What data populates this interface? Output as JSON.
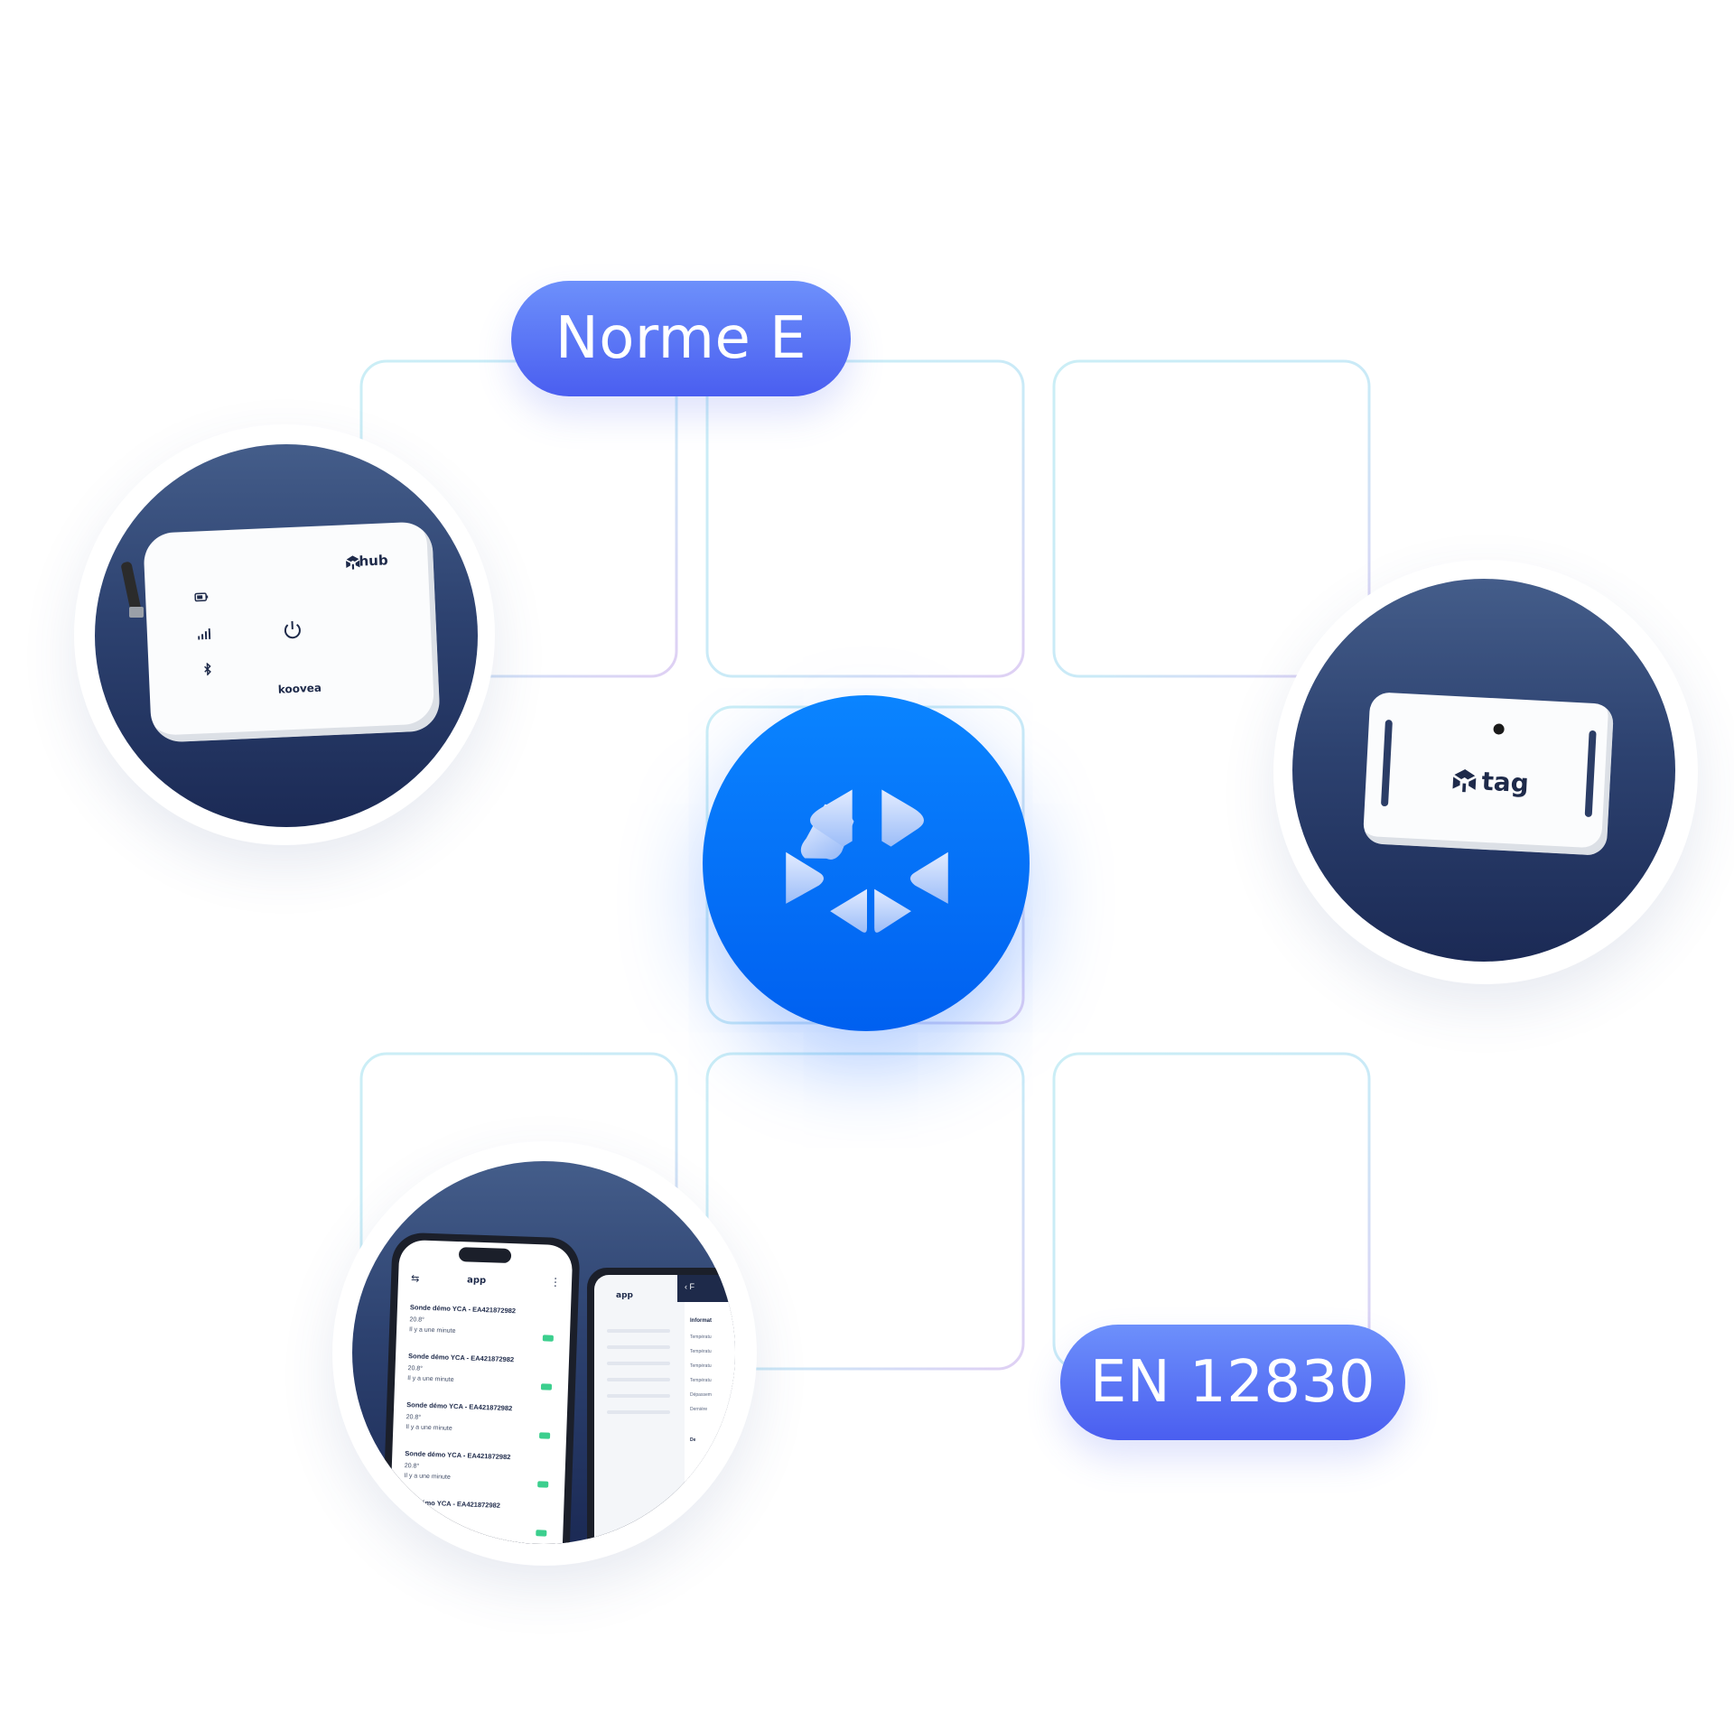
{
  "badges": {
    "norme": "Norme E",
    "en": "EN 12830"
  },
  "hub": {
    "label": "hub",
    "brand": "koovea"
  },
  "tag": {
    "label": "tag"
  },
  "app": {
    "title": "app",
    "rows": [
      {
        "title": "Sonde démo YCA - EA421872982",
        "temp": "20.8°",
        "time": "Il y a une minute"
      },
      {
        "title": "Sonde démo YCA - EA421872982",
        "temp": "20.8°",
        "time": "Il y a une minute"
      },
      {
        "title": "Sonde démo YCA - EA421872982",
        "temp": "20.8°",
        "time": "Il y a une minute"
      },
      {
        "title": "Sonde démo YCA - EA421872982",
        "temp": "20.8°",
        "time": "Il y a une minute"
      },
      {
        "title": "émo YCA - EA421872982",
        "temp": "",
        "time": ""
      }
    ],
    "tablet_title": "app",
    "tablet_panel_head": "‹ F",
    "tablet_panel_title": "Informat",
    "tablet_panel_items": [
      "Températu",
      "Températu",
      "Températu",
      "Températu",
      "Dépassem",
      "Dernière"
    ],
    "tablet_panel_footer": "De"
  },
  "colors": {
    "accent": "#0a84ff",
    "badge": "#5b74f5",
    "disc": "#24365f"
  }
}
